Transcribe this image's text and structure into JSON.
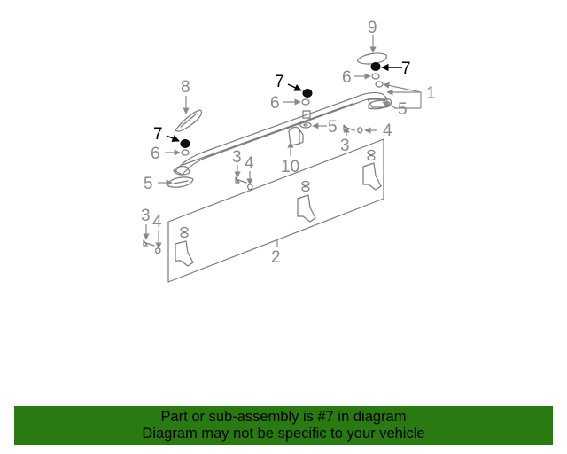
{
  "diagram": {
    "callouts": {
      "c1": "1",
      "c2": "2",
      "c3a": "3",
      "c3b": "3",
      "c3c": "3",
      "c4a": "4",
      "c4b": "4",
      "c4c": "4",
      "c5a": "5",
      "c5b": "5",
      "c5c": "5",
      "c6a": "6",
      "c6b": "6",
      "c6c": "6",
      "c7a": "7",
      "c7b": "7",
      "c7c": "7",
      "c8": "8",
      "c9": "9",
      "c10": "10"
    },
    "highlight_color": "#000000",
    "callout_color": "#8a8a8a"
  },
  "banner": {
    "line1": "Part or sub-assembly is #7 in diagram",
    "line2": "Diagram may not be specific to your vehicle",
    "background": "#2a7a12"
  }
}
